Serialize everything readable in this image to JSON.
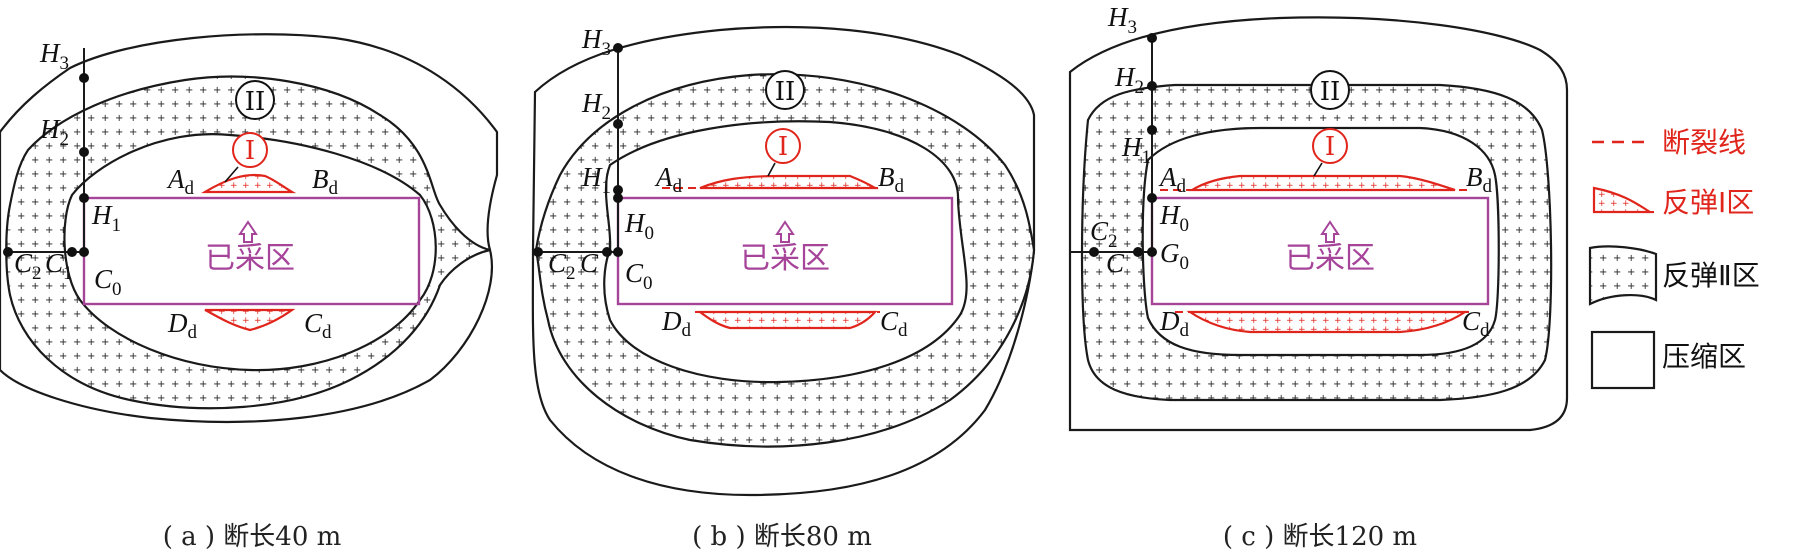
{
  "colors": {
    "mined_area": "#a6449a",
    "rebound_I": "#e0261c",
    "outline": "#1a1a1a"
  },
  "zone_labels": {
    "rebound_II": "II",
    "rebound_I": "I",
    "mined": "已采区"
  },
  "panels": [
    {
      "caption": "( a ) 断长40 m",
      "points": {
        "H3": "H",
        "H2": "H",
        "H1": "H",
        "C0": "C",
        "C1": "C",
        "C2": "C",
        "Ad": "A",
        "Bd": "B",
        "Cd": "C",
        "Dd": "D"
      },
      "subs": {
        "H3": "3",
        "H2": "2",
        "H1": "1",
        "C0": "0",
        "C1": "1",
        "C2": "2",
        "Ad": "d",
        "Bd": "d",
        "Cd": "d",
        "Dd": "d"
      }
    },
    {
      "caption": "( b ) 断长80 m",
      "points": {
        "H3": "H",
        "H2": "H",
        "H1": "H",
        "H0": "H",
        "C0": "C",
        "C": "C",
        "C2": "C",
        "Ad": "A",
        "Bd": "B",
        "Cd": "C",
        "Dd": "D"
      },
      "subs": {
        "H3": "3",
        "H2": "2",
        "H1": "1",
        "H0": "0",
        "C0": "0",
        "C2": "2",
        "Ad": "d",
        "Bd": "d",
        "Cd": "d",
        "Dd": "d"
      }
    },
    {
      "caption": "( c ) 断长120 m",
      "points": {
        "H3": "H",
        "H2": "H",
        "H1": "H",
        "H0": "H",
        "G0": "G",
        "C": "C",
        "C2": "C",
        "Ad": "A",
        "Bd": "B",
        "Cd": "C",
        "Dd": "D"
      },
      "subs": {
        "H3": "3",
        "H2": "2",
        "H1": "1",
        "H0": "0",
        "G0": "0",
        "C2": "2",
        "Ad": "d",
        "Bd": "d",
        "Cd": "d",
        "Dd": "d"
      }
    }
  ],
  "legend": {
    "fracture_line": "断裂线",
    "rebound_I_zone": "反弹Ⅰ区",
    "rebound_II_zone": "反弹Ⅱ区",
    "compression_zone": "压缩区"
  }
}
